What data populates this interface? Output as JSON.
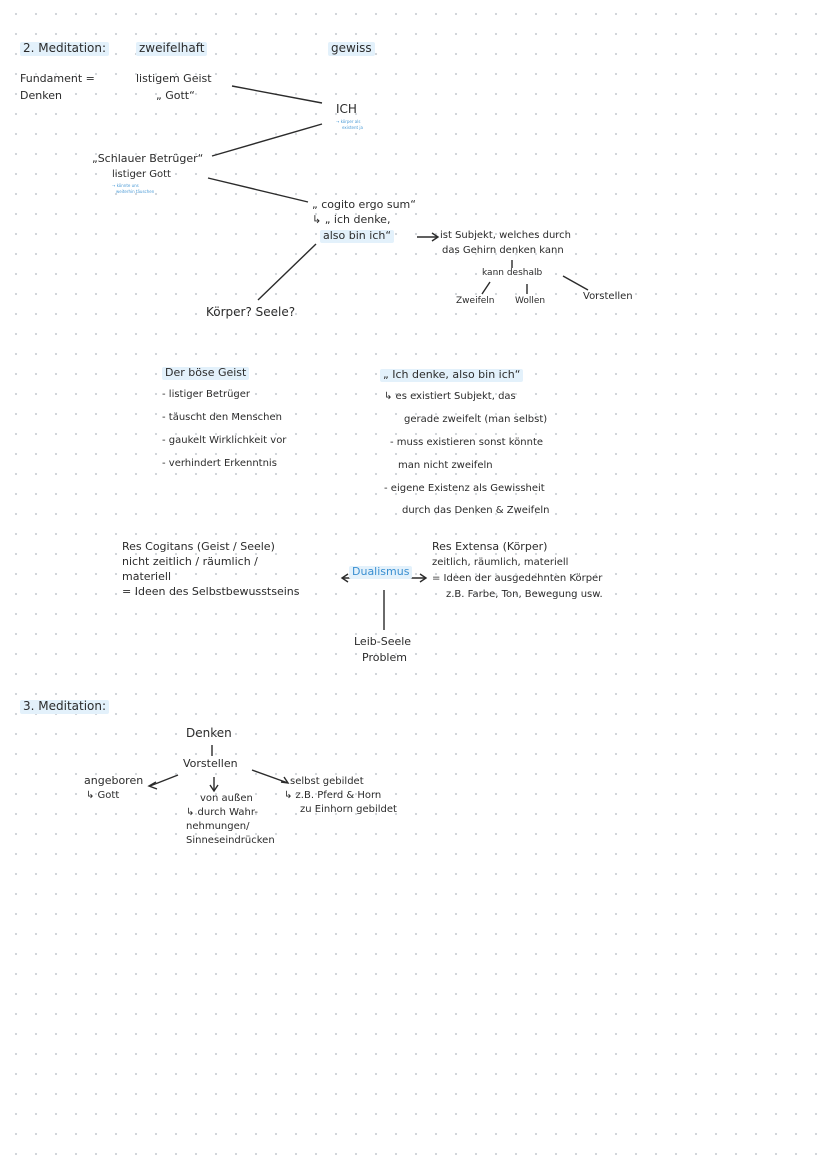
{
  "m2": {
    "title": "2. Meditation:",
    "col_doubt": "zweifelhaft",
    "col_certain": "gewiss",
    "fundament": [
      "Fundament =",
      "Denken"
    ],
    "god": [
      "listigem Geist",
      "„ Gott“"
    ],
    "ich": "ICH",
    "ich_note": [
      "→ körper als",
      "existent ja"
    ],
    "deceiver": [
      "„Schlauer Betrüger“",
      "listiger Gott"
    ],
    "deceiver_note": [
      "→ könnte uns",
      "weiterhin täuschen"
    ],
    "cogito": [
      "„ cogito ergo sum“",
      "↳ „ ich denke,",
      "also bin ich“"
    ],
    "subject": [
      "ist Subjekt, welches durch",
      "das Gehirn denken kann"
    ],
    "kann_deshalb": "kann deshalb",
    "abilities": [
      "Zweifeln",
      "Wollen",
      "Vorstellen"
    ],
    "body_soul": "Körper? Seele?"
  },
  "evil_spirit": {
    "title": "Der böse Geist",
    "items": [
      "- listiger Betrüger",
      "- täuscht den Menschen",
      "- gaukelt Wirklichkeit vor",
      "- verhindert Erkenntnis"
    ]
  },
  "ich_denke": {
    "title": "„ Ich denke, also bin ich“",
    "lines": [
      "↳ es existiert Subjekt, das",
      "gerade zweifelt (man selbst)",
      "- muss existieren sonst könnte",
      "man nicht zweifeln",
      "- eigene Existenz als Gewissheit",
      "durch das Denken & Zweifeln"
    ]
  },
  "res_cogitans": [
    "Res Cogitans  (Geist / Seele)",
    "nicht zeitlich / räumlich /",
    "materiell",
    "= Ideen des Selbstbewusstseins"
  ],
  "dualismus": "Dualismus",
  "res_extensa": [
    "Res Extensa (Körper)",
    "zeitlich, räumlich, materiell",
    "= Ideen der ausgedehnten Körper",
    "z.B. Farbe, Ton, Bewegung usw."
  ],
  "leib_seele": [
    "Leib-Seele",
    "Problem"
  ],
  "m3": {
    "title": "3. Meditation:",
    "denken": "Denken",
    "vorstellen": "Vorstellen",
    "angeboren": [
      "angeboren",
      "↳ Gott"
    ],
    "aussen": [
      "von außen",
      "↳ durch Wahr-",
      "nehmungen/",
      "Sinneseindrücken"
    ],
    "selbst": [
      "selbst gebildet",
      "↳ z.B. Pferd & Horn",
      "zu Einhorn gebildet"
    ]
  }
}
